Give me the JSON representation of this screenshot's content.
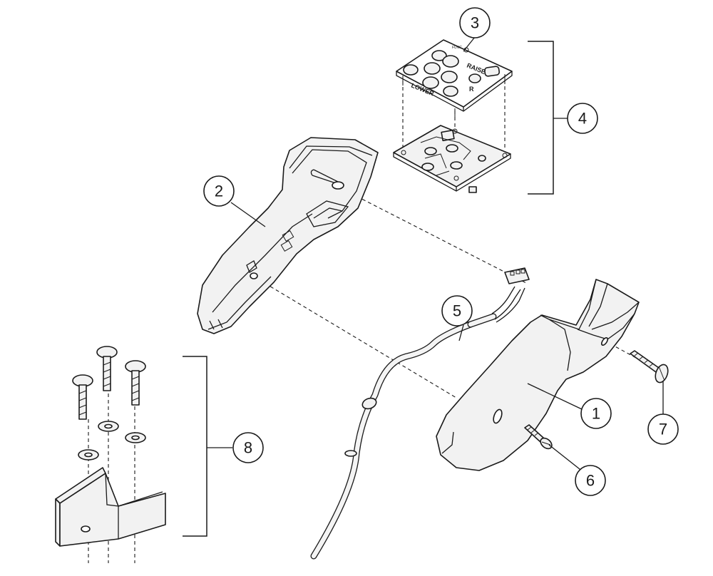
{
  "callouts": [
    {
      "id": "1",
      "label": "1"
    },
    {
      "id": "2",
      "label": "2"
    },
    {
      "id": "3",
      "label": "3"
    },
    {
      "id": "4",
      "label": "4"
    },
    {
      "id": "5",
      "label": "5"
    },
    {
      "id": "6",
      "label": "6"
    },
    {
      "id": "7",
      "label": "7"
    },
    {
      "id": "8",
      "label": "8"
    }
  ],
  "keypad": {
    "raise_label": "RAISE",
    "lower_label": "LOWER",
    "r_label": "R",
    "small_label": "FUNC"
  }
}
